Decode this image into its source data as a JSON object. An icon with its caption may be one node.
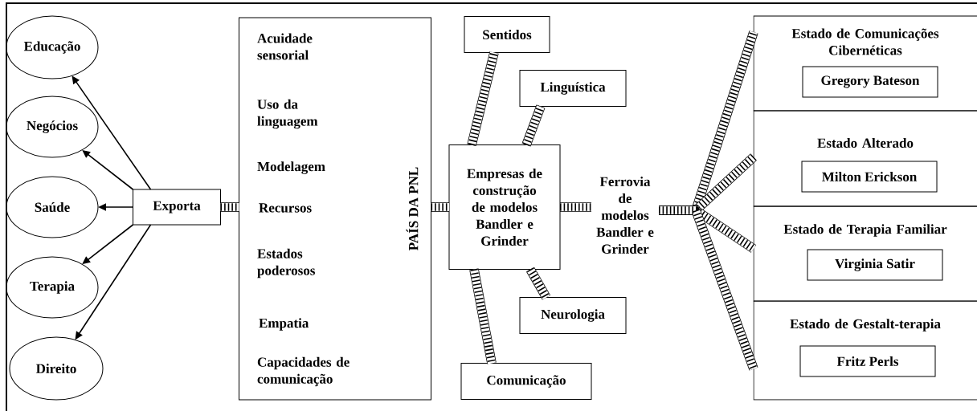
{
  "diagram": {
    "nodes": [
      {
        "text": [
          "Educação"
        ]
      },
      {
        "text": [
          "Negócios"
        ]
      },
      {
        "text": [
          "Saúde"
        ]
      },
      {
        "text": [
          "Terapia"
        ]
      },
      {
        "text": [
          "Direito"
        ]
      },
      {
        "text": [
          "Exporta"
        ]
      },
      {
        "text": [
          "Acuidade sensorial",
          "Uso da linguagem",
          "Modelagem",
          "Recursos",
          "Estados poderosos",
          "Empatia",
          "Capacidades de comunicação",
          "PAÍS DA PNL"
        ]
      },
      {
        "text": [
          "Sentidos"
        ]
      },
      {
        "text": [
          "Linguística"
        ]
      },
      {
        "text": [
          "Empresas de construção de modelos Bandler e Grinder"
        ]
      },
      {
        "text": [
          "Neurologia"
        ]
      },
      {
        "text": [
          "Comunicação"
        ]
      },
      {
        "text": [
          "Ferrovia de modelos Bandler e Grinder"
        ]
      },
      {
        "text": [
          "Estado de Comunicações Cibernéticas"
        ]
      },
      {
        "text": [
          "Gregory Bateson"
        ],
        "in": 13
      },
      {
        "text": [
          "Estado Alterado"
        ]
      },
      {
        "text": [
          "Milton Erickson"
        ],
        "in": 15
      },
      {
        "text": [
          "Estado de Terapia Familiar"
        ]
      },
      {
        "text": [
          "Virginia Satir"
        ],
        "in": 17
      },
      {
        "text": [
          "Estado de Gestalt-terapia"
        ]
      },
      {
        "text": [
          "Fritz Perls"
        ],
        "in": 19
      }
    ],
    "edges": [
      {
        "from": 5,
        "to": 0,
        "arrow": "to"
      },
      {
        "from": 5,
        "to": 1,
        "arrow": "to"
      },
      {
        "from": 5,
        "to": 2,
        "arrow": "to"
      },
      {
        "from": 5,
        "to": 3,
        "arrow": "to"
      },
      {
        "from": 5,
        "to": 4,
        "arrow": "to"
      },
      {
        "from": 5,
        "to": 6,
        "arrow": "none"
      },
      {
        "from": 6,
        "to": 9,
        "arrow": "none"
      },
      {
        "from": 9,
        "to": 7,
        "arrow": "none"
      },
      {
        "from": 9,
        "to": 8,
        "arrow": "none"
      },
      {
        "from": 9,
        "to": 10,
        "arrow": "none"
      },
      {
        "from": 9,
        "to": 11,
        "arrow": "none"
      },
      {
        "from": 9,
        "to": 12,
        "arrow": "none"
      },
      {
        "from": 12,
        "to": 13,
        "arrow": "none"
      },
      {
        "from": 12,
        "to": 15,
        "arrow": "none"
      },
      {
        "from": 12,
        "to": 17,
        "arrow": "none"
      },
      {
        "from": 12,
        "to": 19,
        "arrow": "none"
      }
    ]
  }
}
